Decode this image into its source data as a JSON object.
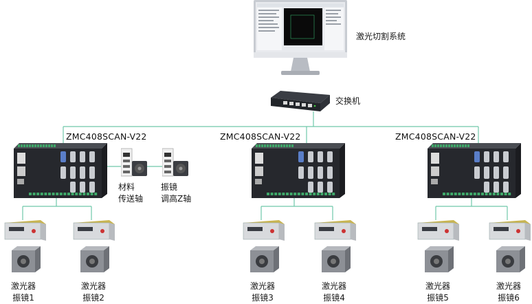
{
  "pc": {
    "label": "激光切割系统"
  },
  "switch": {
    "label": "交换机"
  },
  "controllers": [
    {
      "model": "ZMC408SCAN-V22"
    },
    {
      "model": "ZMC408SCAN-V22"
    },
    {
      "model": "ZMC408SCAN-V22"
    }
  ],
  "servos": [
    {
      "line1": "材料",
      "line2": "传送轴"
    },
    {
      "line1": "振镜",
      "line2": "调高Z轴"
    }
  ],
  "devices": [
    {
      "line1": "激光器",
      "line2": "振镜1"
    },
    {
      "line1": "激光器",
      "line2": "振镜2"
    },
    {
      "line1": "激光器",
      "line2": "振镜3"
    },
    {
      "line1": "激光器",
      "line2": "振镜4"
    },
    {
      "line1": "激光器",
      "line2": "振镜5"
    },
    {
      "line1": "激光器",
      "line2": "振镜6"
    }
  ],
  "colors": {
    "connector": "#6fc7a9",
    "device_body": "#2b2d33",
    "laser_cap": "#c9b552"
  }
}
